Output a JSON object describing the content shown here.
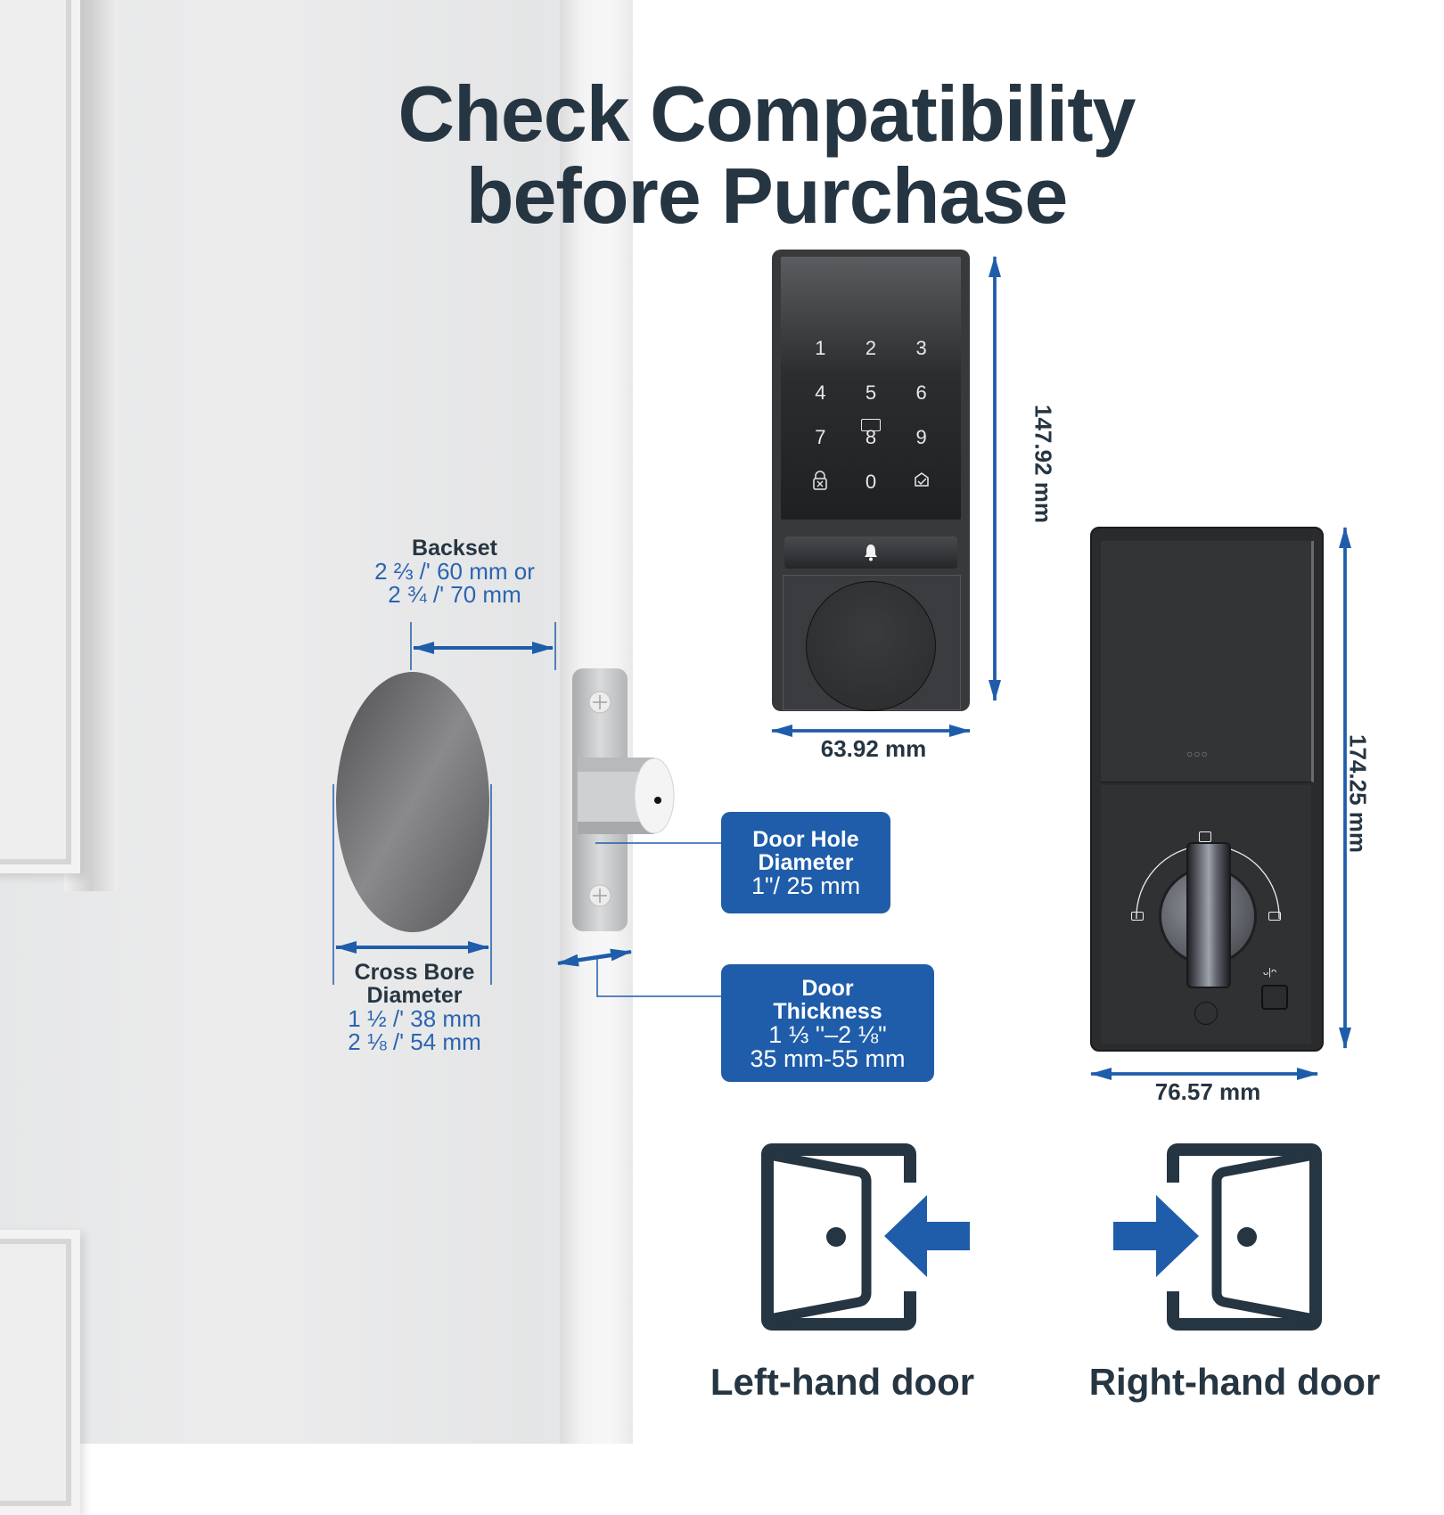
{
  "title": {
    "line1": "Check Compatibility",
    "line2": "before Purchase"
  },
  "colors": {
    "accent_blue": "#1f5dab",
    "dimension_blue": "#2b64b0",
    "dark_text": "#263542",
    "lock_body": "#2e3033"
  },
  "backset": {
    "label": "Backset",
    "value_line1": "2 ⅔ /' 60 mm or",
    "value_line2": "2 ¾ /' 70 mm"
  },
  "cross_bore": {
    "label_line1": "Cross Bore",
    "label_line2": "Diameter",
    "value_line1": "1 ½ /' 38 mm",
    "value_line2": "2 ⅛ /' 54 mm"
  },
  "door_hole": {
    "label_line1": "Door Hole",
    "label_line2": "Diameter",
    "value": "1\"/ 25 mm"
  },
  "door_thickness": {
    "label_line1": "Door",
    "label_line2": "Thickness",
    "value_line1": "1 ⅓ ''–2 ⅛\"",
    "value_line2": "35 mm-55 mm"
  },
  "exterior_lock": {
    "height": "147.92 mm",
    "width": "63.92 mm",
    "keypad": [
      "1",
      "2",
      "3",
      "4",
      "5",
      "6",
      "7",
      "8",
      "9",
      "lock-icon",
      "0",
      "check-icon"
    ],
    "doorbell_icon": "bell-icon",
    "card_icon": "card-icon"
  },
  "interior_lock": {
    "height": "174.25 mm",
    "width": "76.57 mm",
    "led_icon": "ooo",
    "thumbturn_icons": [
      "unlock-icon",
      "lock-icon",
      "lock-icon"
    ],
    "toggle_label": "unlock-lock-icon"
  },
  "door_handing": [
    {
      "label": "Left-hand door",
      "icon": "door-arrow-left-icon"
    },
    {
      "label": "Right-hand door",
      "icon": "door-arrow-right-icon"
    }
  ]
}
